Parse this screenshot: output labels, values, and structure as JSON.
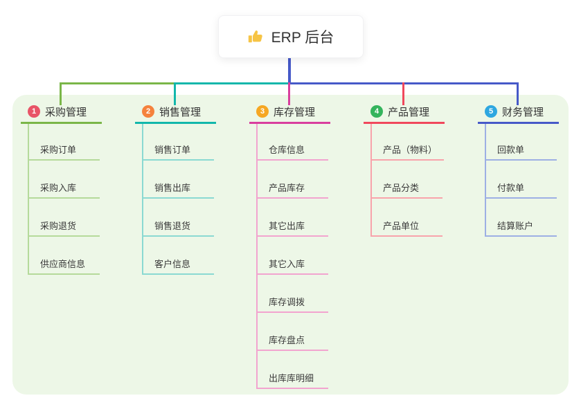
{
  "root": {
    "icon": "thumbs-up-icon",
    "title": "ERP 后台"
  },
  "branches": [
    {
      "number": "1",
      "label": "采购管理",
      "line_color": "#7ab648",
      "child_line_color": "#b5da9a",
      "badge_color": "#e85467",
      "children": [
        "采购订单",
        "采购入库",
        "采购退货",
        "供应商信息"
      ]
    },
    {
      "number": "2",
      "label": "销售管理",
      "line_color": "#12b7ab",
      "child_line_color": "#8ad9d2",
      "badge_color": "#f5823d",
      "children": [
        "销售订单",
        "销售出库",
        "销售退货",
        "客户信息"
      ]
    },
    {
      "number": "3",
      "label": "库存管理",
      "line_color": "#d93e9e",
      "child_line_color": "#f2a4cf",
      "badge_color": "#f6a723",
      "children": [
        "仓库信息",
        "产品库存",
        "其它出库",
        "其它入库",
        "库存调拨",
        "库存盘点",
        "出库库明细"
      ]
    },
    {
      "number": "4",
      "label": "产品管理",
      "line_color": "#f0485c",
      "child_line_color": "#f8a3ab",
      "badge_color": "#34b45c",
      "children": [
        "产品（物料）",
        "产品分类",
        "产品单位"
      ]
    },
    {
      "number": "5",
      "label": "财务管理",
      "line_color": "#4659c8",
      "child_line_color": "#9dafe4",
      "badge_color": "#2ea7e0",
      "children": [
        "回款单",
        "付款单",
        "结算账户"
      ]
    }
  ],
  "colors": {
    "panel_background": "#edf7e7",
    "root_stem": "#4659c8"
  }
}
